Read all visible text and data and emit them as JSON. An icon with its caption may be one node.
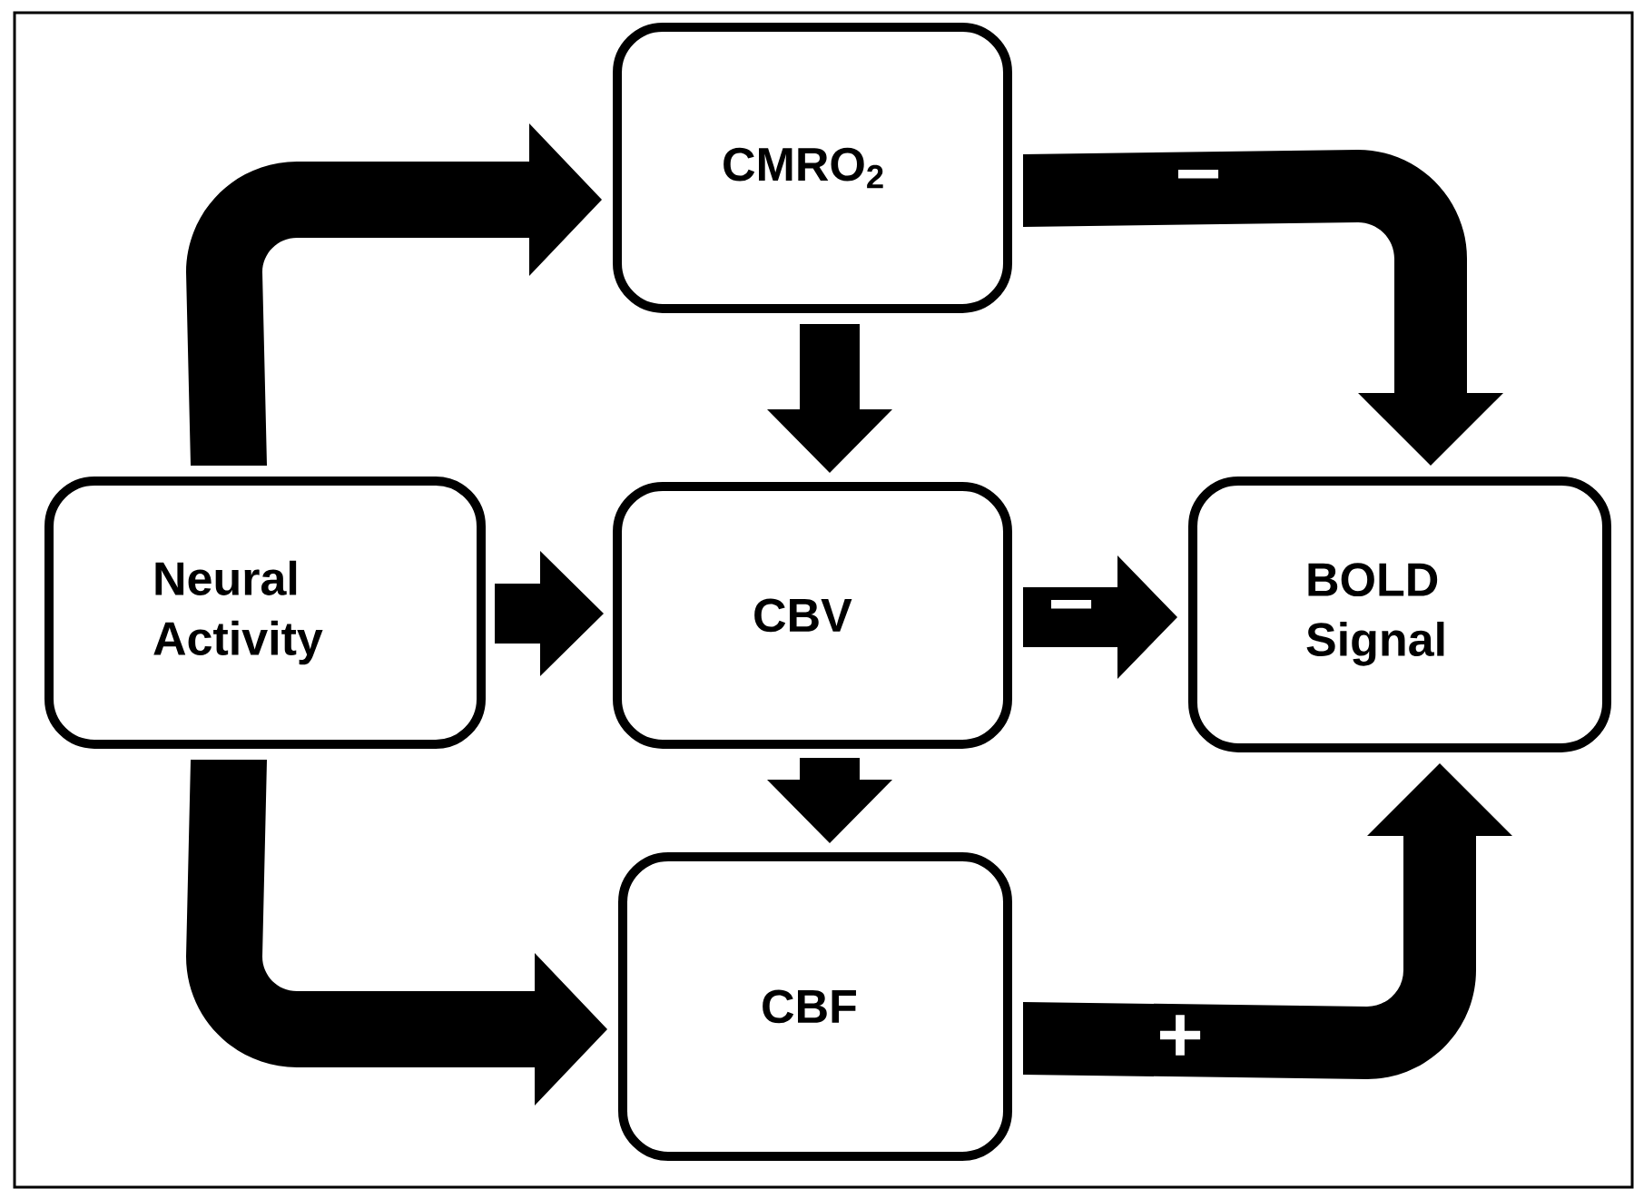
{
  "diagram": {
    "nodes": [
      {
        "text": [
          "Neural Activity"
        ]
      },
      {
        "text": [
          "CMRO$_{2}$"
        ]
      },
      {
        "text": [
          "CBV"
        ]
      },
      {
        "text": [
          "BOLD Signal"
        ]
      },
      {
        "text": [
          "CBF"
        ]
      }
    ],
    "edges": [
      {
        "from": 0,
        "to": 1,
        "arrow": "to"
      },
      {
        "from": 0,
        "to": 2,
        "arrow": "to"
      },
      {
        "from": 0,
        "to": 4,
        "arrow": "to"
      },
      {
        "from": 1,
        "to": 2,
        "arrow": "to"
      },
      {
        "from": 1,
        "to": 3,
        "arrow": "to",
        "label": "−"
      },
      {
        "from": 2,
        "to": 4,
        "arrow": "to"
      },
      {
        "from": 2,
        "to": 3,
        "arrow": "to",
        "label": "−"
      },
      {
        "from": 4,
        "to": 3,
        "arrow": "to",
        "label": "+"
      }
    ]
  }
}
